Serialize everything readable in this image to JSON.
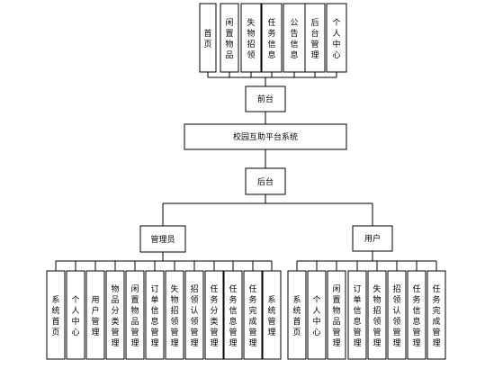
{
  "frontend": {
    "label": "前台",
    "items": [
      "首页",
      "闲置物品",
      "失物招领",
      "任务信息",
      "公告信息",
      "后台管理",
      "个人中心"
    ]
  },
  "system": {
    "label": "校园互助平台系统"
  },
  "backend": {
    "label": "后台"
  },
  "admin": {
    "label": "管理员",
    "items": [
      "系统首页",
      "个人中心",
      "用户管理",
      "物品分类管理",
      "闲置物品管理",
      "订单信息管理",
      "失物招领管理",
      "招领认领管理",
      "任务分类管理",
      "任务信息管理",
      "任务完成管理",
      "系统管理"
    ]
  },
  "user": {
    "label": "用户",
    "items": [
      "系统首页",
      "个人中心",
      "闲置物品管理",
      "订单信息管理",
      "失物招领管理",
      "招领认领管理",
      "任务信息管理",
      "任务完成管理"
    ]
  }
}
